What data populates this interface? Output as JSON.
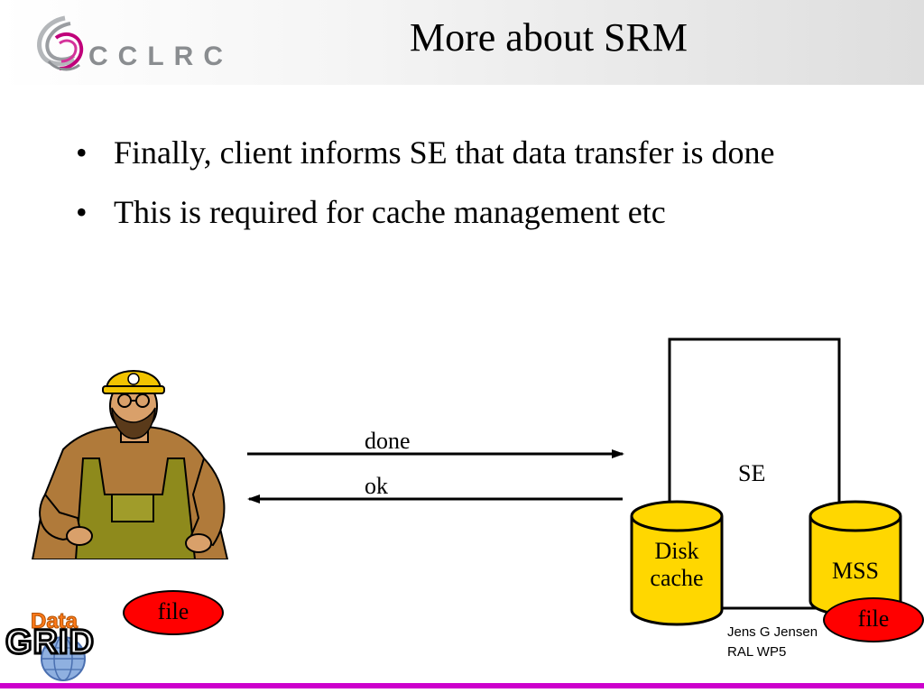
{
  "header": {
    "org_logo_text": "CCLRC",
    "title": "More about SRM"
  },
  "bullets": [
    {
      "marker": "•",
      "text": "Finally, client informs SE that data transfer is done"
    },
    {
      "marker": "•",
      "text": "This is required for cache management etc"
    }
  ],
  "diagram": {
    "arrow_done_label": "done",
    "arrow_ok_label": "ok",
    "se_label": "SE",
    "disk_cache_label_line1": "Disk",
    "disk_cache_label_line2": "cache",
    "mss_label": "MSS",
    "client_file_label": "file",
    "mss_file_label": "file",
    "colors": {
      "cylinder_fill": "#ffd700",
      "file_pill_fill": "#ff0000",
      "footer_accent": "#cc00cc"
    }
  },
  "footer": {
    "author": "Jens G Jensen",
    "group": "RAL WP5",
    "project_logo_text": "DataGRID"
  }
}
